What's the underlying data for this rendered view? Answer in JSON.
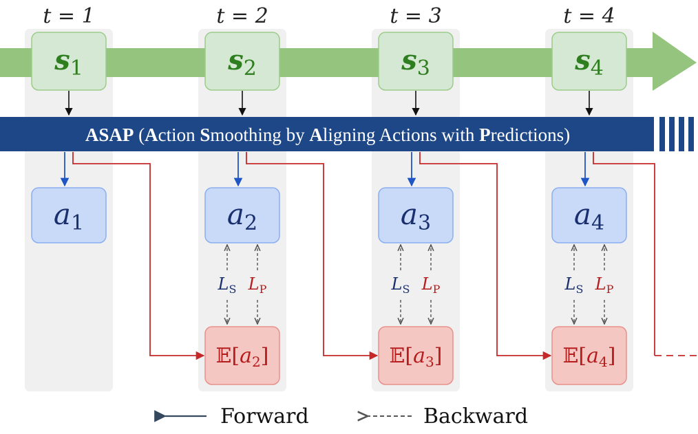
{
  "timesteps": [
    {
      "t_label": "t = 1",
      "state": {
        "main": "s",
        "sub": "1"
      },
      "action": {
        "main": "a",
        "sub": "1"
      },
      "loss_s": null,
      "loss_p": null,
      "expectation": null
    },
    {
      "t_label": "t = 2",
      "state": {
        "main": "s",
        "sub": "2"
      },
      "action": {
        "main": "a",
        "sub": "2"
      },
      "loss_s": {
        "main": "L",
        "sub": "S"
      },
      "loss_p": {
        "main": "L",
        "sub": "P"
      },
      "expectation": {
        "prefix": "𝔼[",
        "main": "a",
        "sub": "2",
        "suffix": "]"
      }
    },
    {
      "t_label": "t = 3",
      "state": {
        "main": "s",
        "sub": "3"
      },
      "action": {
        "main": "a",
        "sub": "3"
      },
      "loss_s": {
        "main": "L",
        "sub": "S"
      },
      "loss_p": {
        "main": "L",
        "sub": "P"
      },
      "expectation": {
        "prefix": "𝔼[",
        "main": "a",
        "sub": "3",
        "suffix": "]"
      }
    },
    {
      "t_label": "t = 4",
      "state": {
        "main": "s",
        "sub": "4"
      },
      "action": {
        "main": "a",
        "sub": "4"
      },
      "loss_s": {
        "main": "L",
        "sub": "S"
      },
      "loss_p": {
        "main": "L",
        "sub": "P"
      },
      "expectation": {
        "prefix": "𝔼[",
        "main": "a",
        "sub": "4",
        "suffix": "]"
      }
    }
  ],
  "banner": {
    "segments": [
      {
        "text": "ASAP",
        "bold": true
      },
      {
        "text": " (",
        "bold": false
      },
      {
        "text": "A",
        "bold": true
      },
      {
        "text": "ction ",
        "bold": false
      },
      {
        "text": "S",
        "bold": true
      },
      {
        "text": "moothing by ",
        "bold": false
      },
      {
        "text": "A",
        "bold": true
      },
      {
        "text": "ligning Actions with ",
        "bold": false
      },
      {
        "text": "P",
        "bold": true
      },
      {
        "text": "redictions)",
        "bold": false
      }
    ]
  },
  "legend": {
    "forward_label": "Forward",
    "backward_label": "Backward"
  },
  "colors": {
    "column_bg": "#f0f0f0",
    "timeline_green": "#94c47e",
    "state_fill": "#d5e8d4",
    "state_stroke": "#9ccc8a",
    "state_text": "#2e7d1e",
    "banner_fill": "#1e4788",
    "action_fill": "#c9daf8",
    "action_stroke": "#8aaef0",
    "action_text": "#1a2f6e",
    "expect_fill": "#f4c7c3",
    "expect_stroke": "#e8908a",
    "expect_text": "#b71c1c",
    "forward_arrow": "#1f55c4",
    "pred_line": "#c62828",
    "loss_s_text": "#1a2f6e",
    "loss_p_text": "#b71c1c",
    "legend_arrow": "#34495e"
  }
}
